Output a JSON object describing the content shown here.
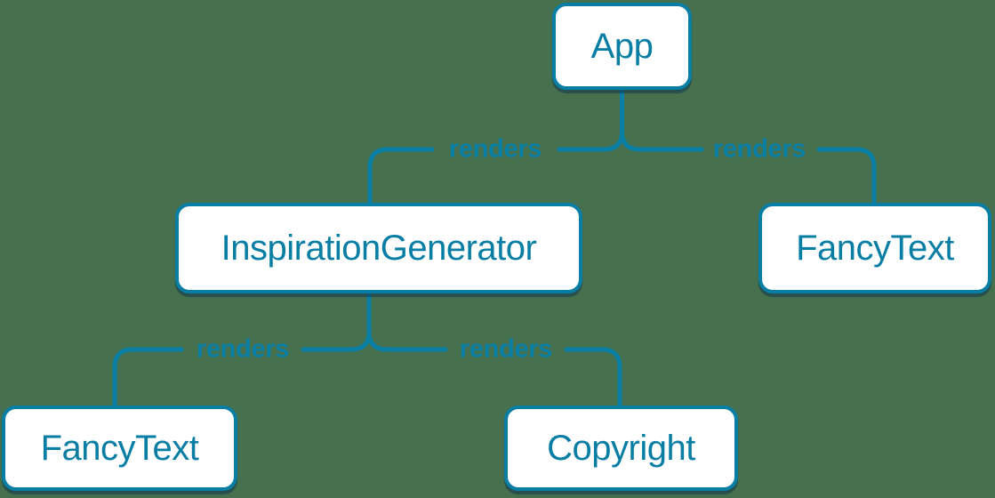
{
  "diagram": {
    "colors": {
      "background": "#47704E",
      "accent": "#087EA4",
      "node_bg": "#FFFFFF"
    },
    "nodes": {
      "app": {
        "label": "App"
      },
      "inspiration_generator": {
        "label": "InspirationGenerator"
      },
      "fancy_text_right": {
        "label": "FancyText"
      },
      "fancy_text_left": {
        "label": "FancyText"
      },
      "copyright": {
        "label": "Copyright"
      }
    },
    "edges": {
      "app_to_inspiration_generator": {
        "label": "renders"
      },
      "app_to_fancy_text": {
        "label": "renders"
      },
      "inspiration_generator_to_fancy_text": {
        "label": "renders"
      },
      "inspiration_generator_to_copyright": {
        "label": "renders"
      }
    }
  }
}
